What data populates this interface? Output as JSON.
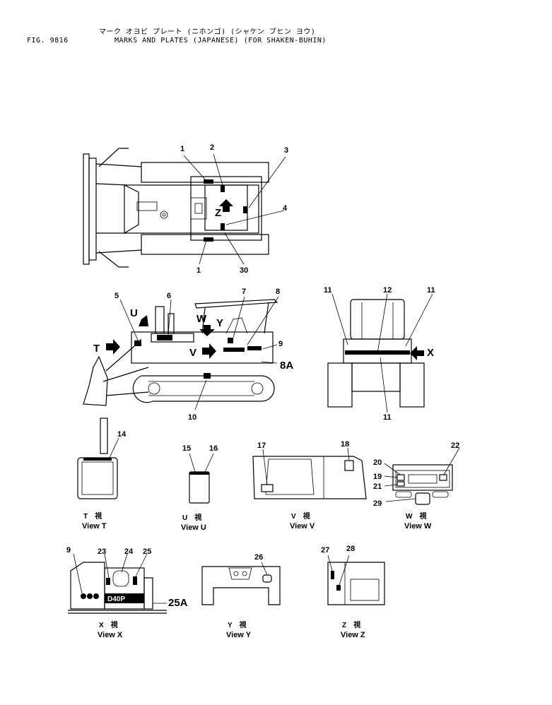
{
  "header": {
    "title_jp": "マーク オヨビ プレート (ニホンゴ) (シャケン ブヒン ヨウ)",
    "fig": "FIG. 9816",
    "title_en": "MARKS AND PLATES (JAPANESE) (FOR SHAKEN-BUHIN)"
  },
  "callouts_top": [
    "1",
    "2",
    "3",
    "4",
    "1",
    "30"
  ],
  "callouts_side": [
    "5",
    "6",
    "7",
    "8",
    "9",
    "8A",
    "10"
  ],
  "callouts_rear": [
    "11",
    "12",
    "11",
    "11"
  ],
  "callouts_views": [
    "14",
    "15",
    "16",
    "17",
    "18",
    "20",
    "22",
    "19",
    "21",
    "29",
    "9",
    "23",
    "24",
    "25",
    "25A",
    "26",
    "27",
    "28"
  ],
  "view_letters": {
    "z": "Z",
    "u": "U",
    "w": "W",
    "y": "Y",
    "v": "V",
    "t": "T",
    "x": "X"
  },
  "views": [
    {
      "kanji": "T　視",
      "label": "View T"
    },
    {
      "kanji": "U　視",
      "label": "View U"
    },
    {
      "kanji": "V　視",
      "label": "View V"
    },
    {
      "kanji": "W　視",
      "label": "View W"
    },
    {
      "kanji": "X　視",
      "label": "View X"
    },
    {
      "kanji": "Y　視",
      "label": "View Y"
    },
    {
      "kanji": "Z　視",
      "label": "View Z"
    }
  ],
  "plate_text": "D40P"
}
